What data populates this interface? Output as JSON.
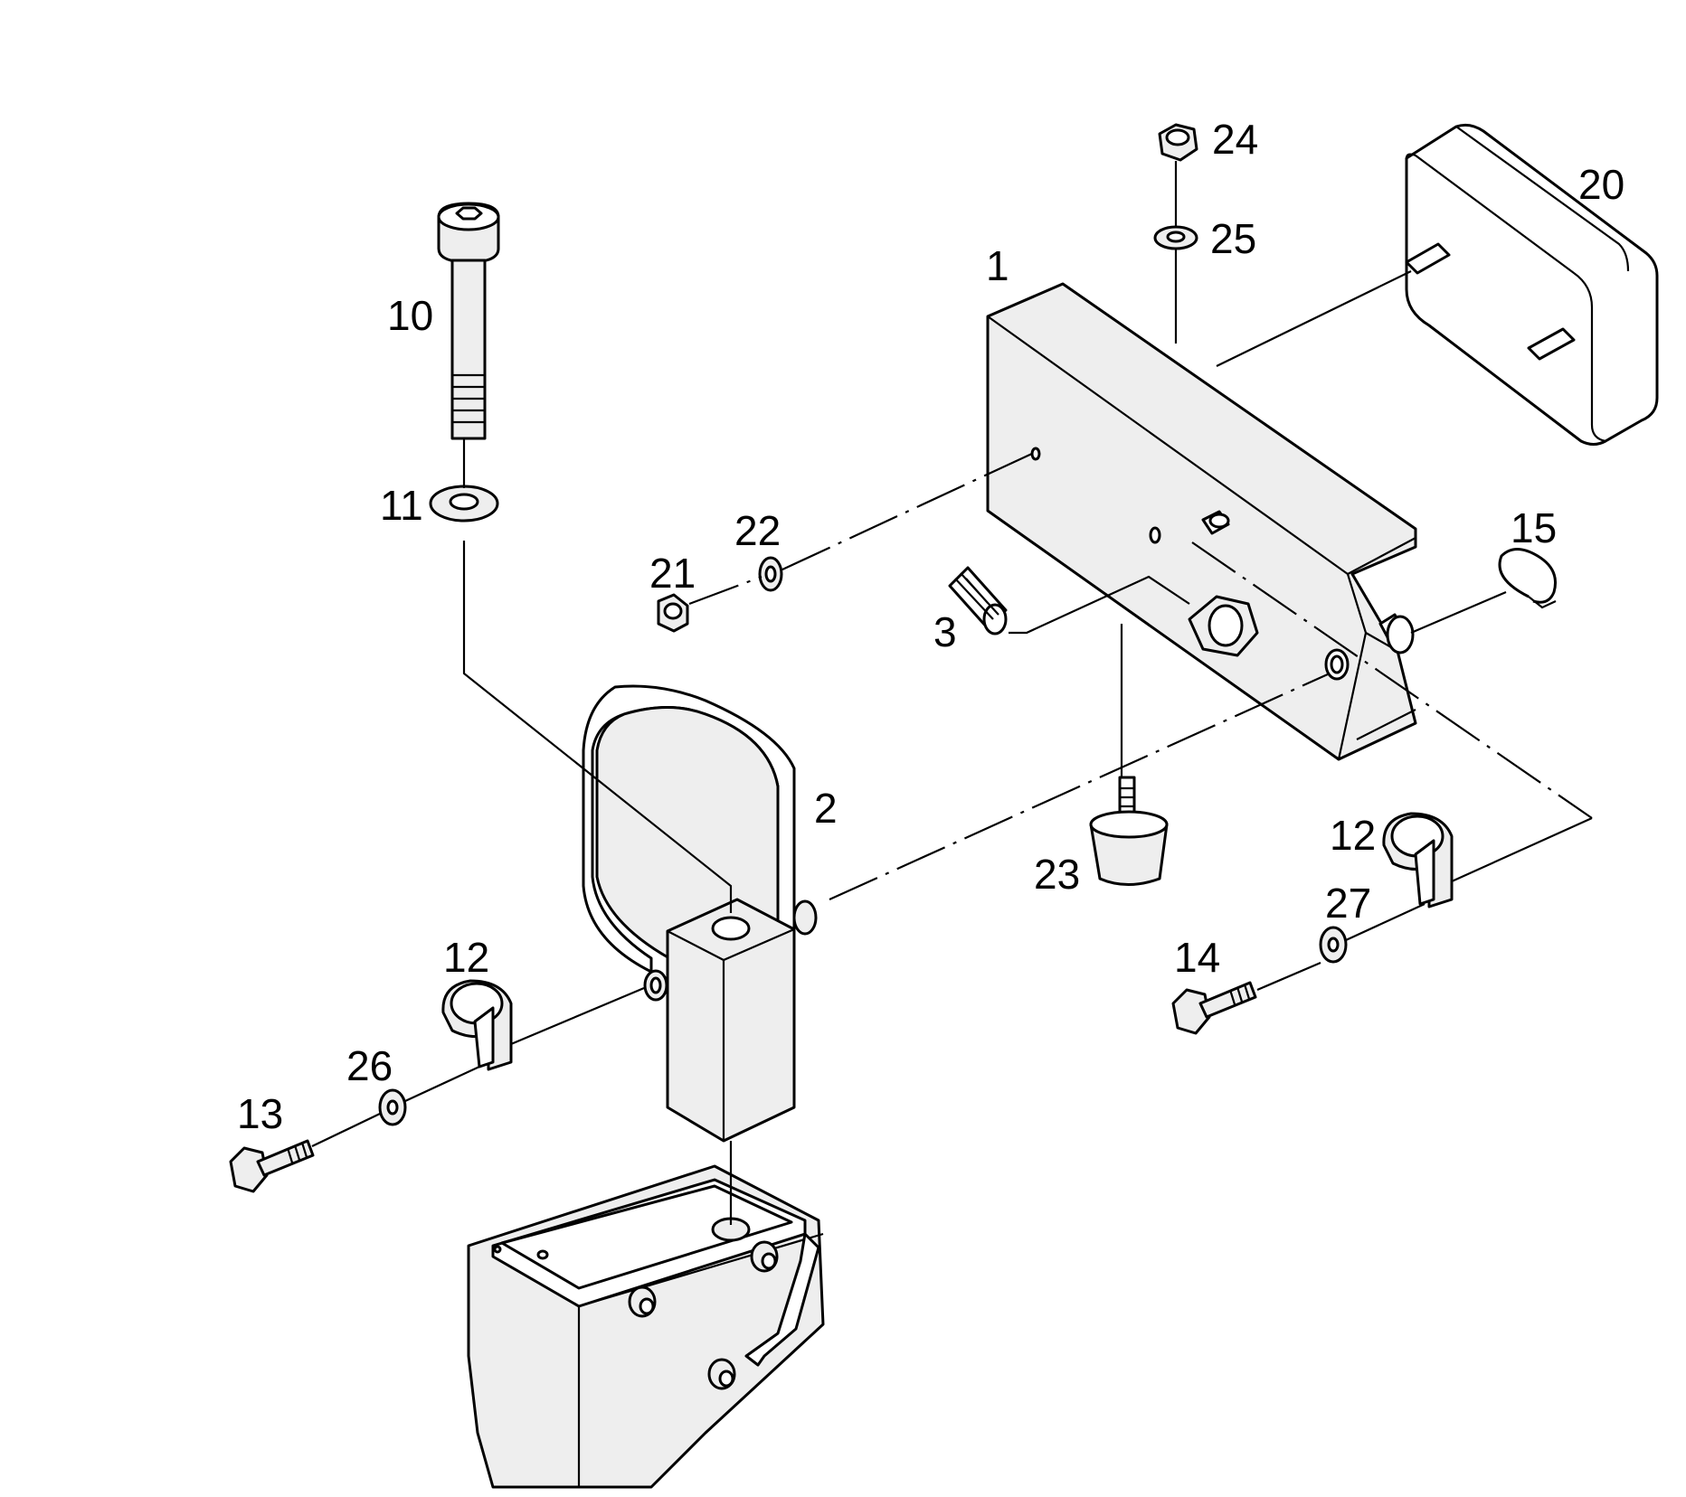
{
  "diagram": {
    "callouts": {
      "c1": "1",
      "c2": "2",
      "c3": "3",
      "c10": "10",
      "c11": "11",
      "c12a": "12",
      "c12b": "12",
      "c13": "13",
      "c14": "14",
      "c15": "15",
      "c20": "20",
      "c21": "21",
      "c22": "22",
      "c23": "23",
      "c24": "24",
      "c25": "25",
      "c26": "26",
      "c27": "27"
    }
  }
}
